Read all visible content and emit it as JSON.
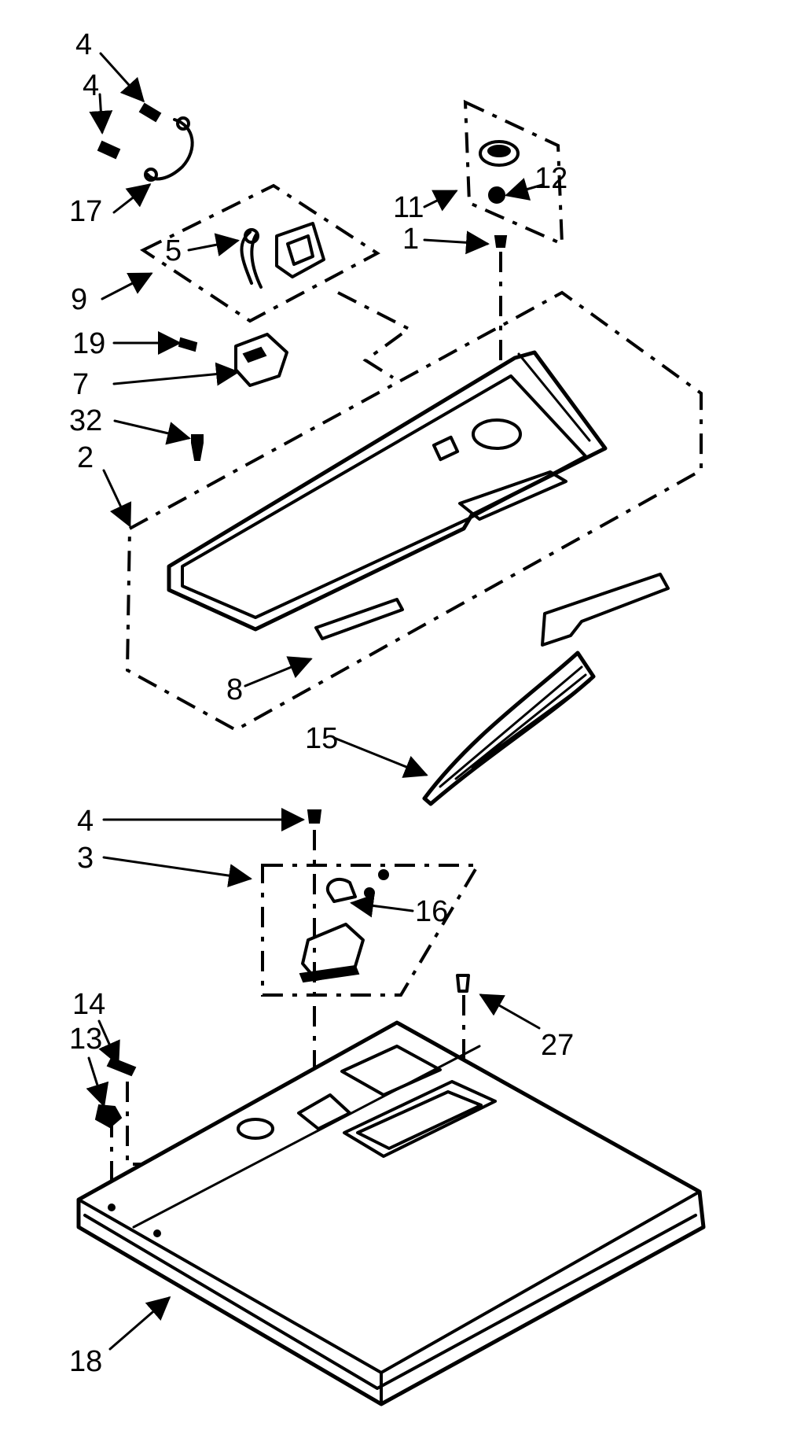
{
  "labels": {
    "l4a": "4",
    "l4b": "4",
    "l17": "17",
    "l5": "5",
    "l9": "9",
    "l19": "19",
    "l7": "7",
    "l32": "32",
    "l2": "2",
    "l11": "11",
    "l12": "12",
    "l1": "1",
    "l8": "8",
    "l15": "15",
    "l4c": "4",
    "l3": "3",
    "l16": "16",
    "l14": "14",
    "l13": "13",
    "l27": "27",
    "l18": "18"
  }
}
